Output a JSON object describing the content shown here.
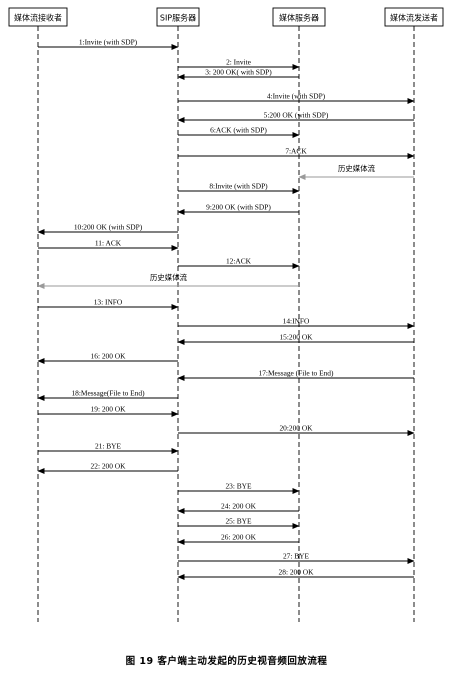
{
  "participants": [
    {
      "id": "recv",
      "label": "媒体流接收者"
    },
    {
      "id": "sip",
      "label": "SIP服务器"
    },
    {
      "id": "media",
      "label": "媒体服务器"
    },
    {
      "id": "send",
      "label": "媒体流发送者"
    }
  ],
  "messages": [
    {
      "from": "recv",
      "to": "sip",
      "label": "1:Invite (with SDP)"
    },
    {
      "from": "sip",
      "to": "media",
      "label": "2: Invite"
    },
    {
      "from": "media",
      "to": "sip",
      "label": "3: 200 OK( with SDP)"
    },
    {
      "from": "sip",
      "to": "send",
      "label": "4:Invite (with SDP)"
    },
    {
      "from": "send",
      "to": "sip",
      "label": "5:200 OK (with SDP)"
    },
    {
      "from": "sip",
      "to": "media",
      "label": "6:ACK (with SDP)"
    },
    {
      "from": "sip",
      "to": "send",
      "label": "7:ACK"
    },
    {
      "from": "send",
      "to": "media",
      "label": "历史媒体流",
      "style": "stream"
    },
    {
      "from": "sip",
      "to": "media",
      "label": "8:Invite (with SDP)"
    },
    {
      "from": "media",
      "to": "sip",
      "label": "9:200 OK (with SDP)"
    },
    {
      "from": "sip",
      "to": "recv",
      "label": "10:200 OK (with SDP)"
    },
    {
      "from": "recv",
      "to": "sip",
      "label": "11: ACK"
    },
    {
      "from": "sip",
      "to": "media",
      "label": "12:ACK"
    },
    {
      "from": "media",
      "to": "recv",
      "label": "历史媒体流",
      "style": "stream"
    },
    {
      "from": "recv",
      "to": "sip",
      "label": "13: INFO"
    },
    {
      "from": "sip",
      "to": "send",
      "label": "14:INFO"
    },
    {
      "from": "send",
      "to": "sip",
      "label": "15:200 OK"
    },
    {
      "from": "sip",
      "to": "recv",
      "label": "16: 200 OK"
    },
    {
      "from": "send",
      "to": "sip",
      "label": "17:Message (File to End)"
    },
    {
      "from": "sip",
      "to": "recv",
      "label": "18:Message(File to End)"
    },
    {
      "from": "recv",
      "to": "sip",
      "label": "19: 200 OK"
    },
    {
      "from": "sip",
      "to": "send",
      "label": "20:200 OK"
    },
    {
      "from": "recv",
      "to": "sip",
      "label": "21: BYE"
    },
    {
      "from": "sip",
      "to": "recv",
      "label": "22: 200 OK"
    },
    {
      "from": "sip",
      "to": "media",
      "label": "23: BYE"
    },
    {
      "from": "media",
      "to": "sip",
      "label": "24: 200 OK"
    },
    {
      "from": "sip",
      "to": "media",
      "label": "25: BYE"
    },
    {
      "from": "media",
      "to": "sip",
      "label": "26: 200 OK"
    },
    {
      "from": "sip",
      "to": "send",
      "label": "27: BYE"
    },
    {
      "from": "send",
      "to": "sip",
      "label": "28: 200 OK"
    }
  ],
  "caption": "图 19   客户端主动发起的历史视音频回放流程",
  "colors": {
    "line": "#000000",
    "stream": "#9a9a9a"
  }
}
